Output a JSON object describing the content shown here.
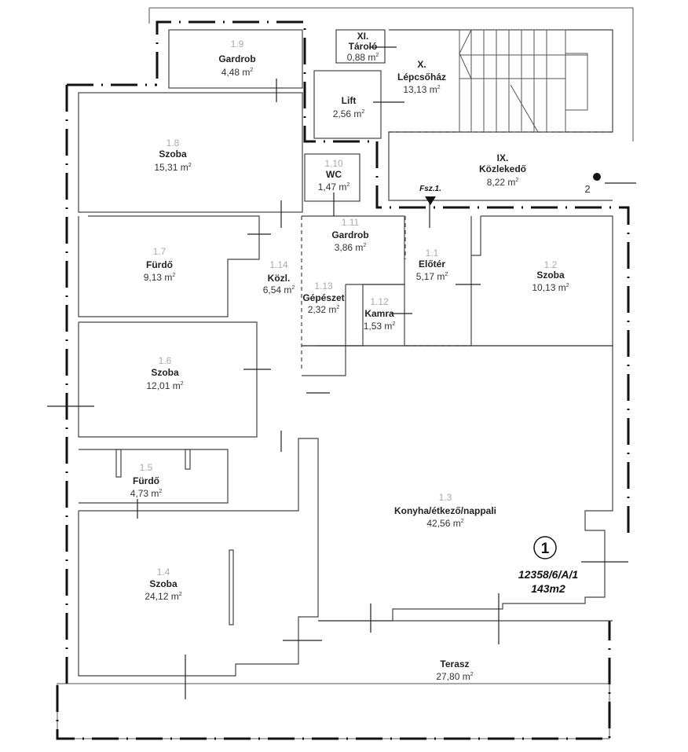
{
  "plan": {
    "unit_label": "m",
    "unit_sup": "2",
    "rooms": [
      {
        "key": "r19",
        "number": "1.9",
        "name": "Gardrob",
        "area": "4,48"
      },
      {
        "key": "rXI",
        "number": "",
        "name": "XI. Tároló",
        "area": "0,88"
      },
      {
        "key": "rX",
        "number": "",
        "name": "X. Lépcsőház",
        "area": "13,13"
      },
      {
        "key": "rLift",
        "number": "",
        "name": "Lift",
        "area": "2,56"
      },
      {
        "key": "r18",
        "number": "1.8",
        "name": "Szoba",
        "area": "15,31"
      },
      {
        "key": "r110",
        "number": "1.10",
        "name": "WC",
        "area": "1,47"
      },
      {
        "key": "rIX",
        "number": "",
        "name": "IX. Közlekedő",
        "area": "8,22"
      },
      {
        "key": "r111",
        "number": "1.11",
        "name": "Gardrob",
        "area": "3,86"
      },
      {
        "key": "r17",
        "number": "1.7",
        "name": "Fürdő",
        "area": "9,13"
      },
      {
        "key": "r114",
        "number": "1.14",
        "name": "Közl.",
        "area": "6,54"
      },
      {
        "key": "r113",
        "number": "1.13",
        "name": "Gépészet",
        "area": "2,32"
      },
      {
        "key": "r112",
        "number": "1.12",
        "name": "Kamra",
        "area": "1,53"
      },
      {
        "key": "r11",
        "number": "1.1",
        "name": "Előtér",
        "area": "5,17"
      },
      {
        "key": "r12",
        "number": "1.2",
        "name": "Szoba",
        "area": "10,13"
      },
      {
        "key": "r16",
        "number": "1.6",
        "name": "Szoba",
        "area": "12,01"
      },
      {
        "key": "r15",
        "number": "1.5",
        "name": "Fürdő",
        "area": "4,73"
      },
      {
        "key": "r13",
        "number": "1.3",
        "name": "Konyha/étkező/nappali",
        "area": "42,56"
      },
      {
        "key": "r14",
        "number": "1.4",
        "name": "Szoba",
        "area": "24,12"
      },
      {
        "key": "rT",
        "number": "",
        "name": "Terasz",
        "area": "27,80"
      }
    ],
    "entrance_label": "Fsz.1.",
    "point_label": "2",
    "unit_circle": "1",
    "unit_id": "12358/6/A/1",
    "unit_total": "143m2"
  }
}
